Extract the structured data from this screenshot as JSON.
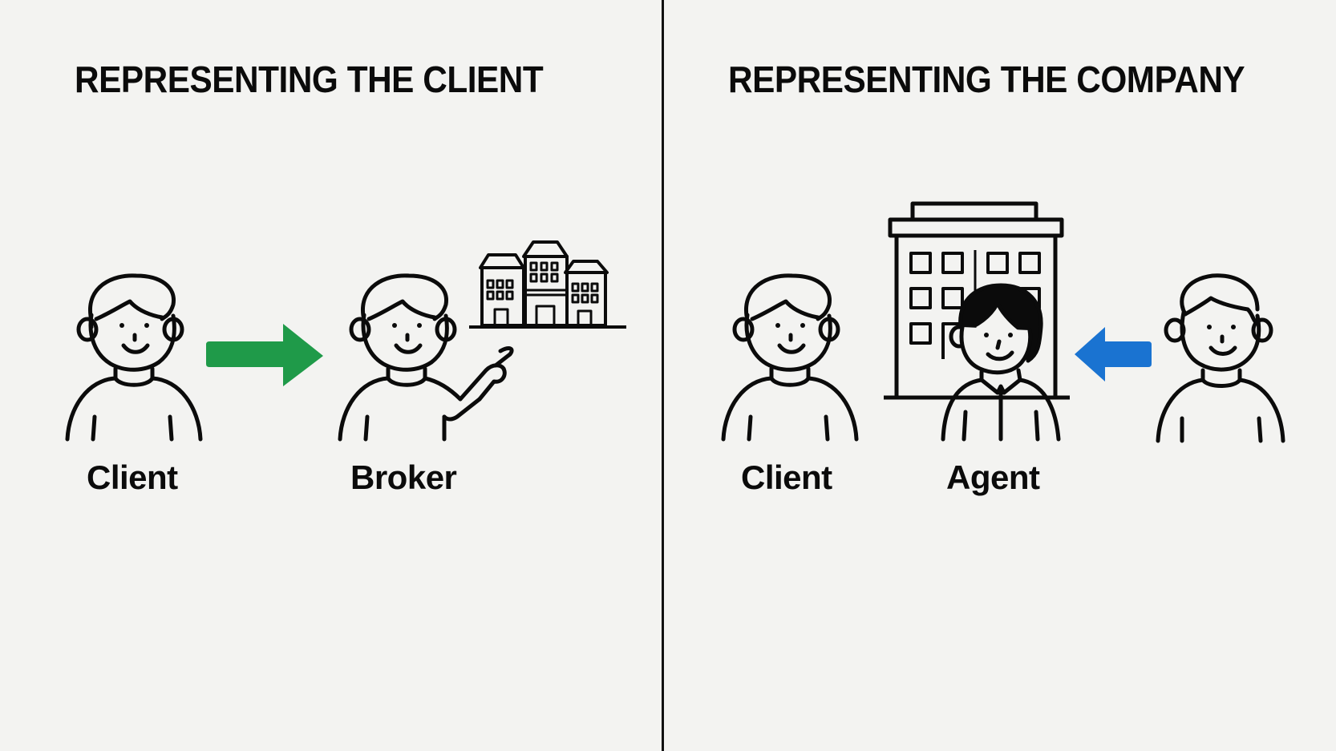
{
  "left_panel": {
    "title": "REPRESENTING THE CLIENT",
    "figures": [
      {
        "role": "client",
        "label": "Client"
      },
      {
        "role": "broker",
        "label": "Broker"
      }
    ],
    "arrow": {
      "direction": "right",
      "color": "#1f9a49"
    },
    "icon": "buildings-icon"
  },
  "right_panel": {
    "title": "REPRESENTING THE COMPANY",
    "figures": [
      {
        "role": "client",
        "label": "Client"
      },
      {
        "role": "agent",
        "label": "Agent"
      },
      {
        "role": "company-side person",
        "label": ""
      }
    ],
    "arrow": {
      "direction": "left",
      "color": "#1a73d1"
    },
    "icon": "office-building-icon"
  },
  "colors": {
    "background": "#f3f3f1",
    "ink": "#0b0b0b",
    "green_arrow": "#1f9a49",
    "blue_arrow": "#1a73d1"
  }
}
